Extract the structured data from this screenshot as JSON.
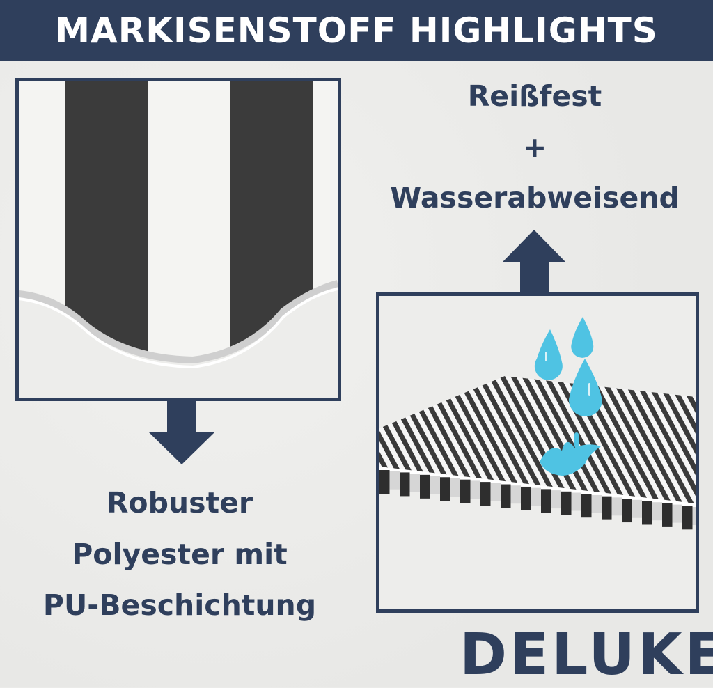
{
  "header": {
    "title": "MARKISENSTOFF HIGHLIGHTS"
  },
  "left_panel": {
    "image": "striped-awning-fabric-closeup",
    "caption_lines": [
      "Robuster",
      "Polyester mit",
      "PU-Beschichtung"
    ]
  },
  "right_panel": {
    "image": "water-repellent-awning-illustration",
    "caption_lines": [
      "Reißfest",
      "+",
      "Wasserabweisend"
    ]
  },
  "brand": {
    "logo_text": "DELUKE"
  },
  "colors": {
    "navy": "#2f3f5c",
    "water": "#4fc3e3",
    "stripe_dark": "#3a3a3a",
    "background": "#ebebe9"
  }
}
